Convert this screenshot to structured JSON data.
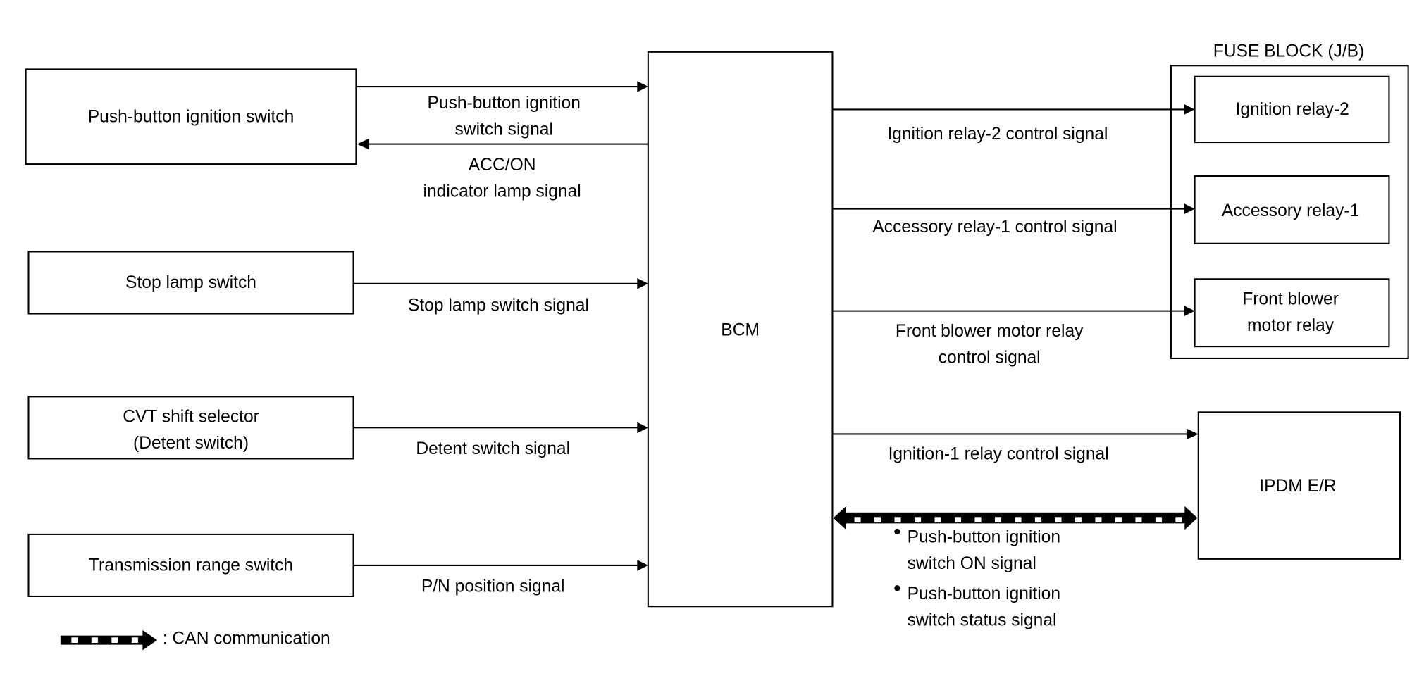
{
  "diagram": {
    "legend": {
      "label": ": CAN communication",
      "icon": "can-arrow-icon"
    },
    "bcm": {
      "label": "BCM"
    },
    "inputs": [
      {
        "label": [
          "Push-button ignition switch"
        ],
        "signal_in": [
          "Push-button ignition",
          "switch signal"
        ],
        "signal_out": [
          "ACC/ON",
          "indicator lamp signal"
        ]
      },
      {
        "label": [
          "Stop lamp switch"
        ],
        "signal_in": [
          "Stop lamp switch signal"
        ]
      },
      {
        "label": [
          "CVT shift selector",
          "(Detent switch)"
        ],
        "signal_in": [
          "Detent switch signal"
        ]
      },
      {
        "label": [
          "Transmission range switch"
        ],
        "signal_in": [
          "P/N position signal"
        ]
      }
    ],
    "fuse_block": {
      "title": "FUSE BLOCK (J/B)",
      "relays": [
        {
          "label": [
            "Ignition relay-2"
          ],
          "signal": [
            "Ignition relay-2 control signal"
          ]
        },
        {
          "label": [
            "Accessory relay-1"
          ],
          "signal": [
            "Accessory relay-1 control signal"
          ]
        },
        {
          "label": [
            "Front blower",
            "motor relay"
          ],
          "signal": [
            "Front blower motor relay",
            "control signal"
          ]
        }
      ]
    },
    "ipdm": {
      "label": "IPDM E/R",
      "signal": [
        "Ignition-1 relay control signal"
      ],
      "can_signals": [
        [
          "Push-button ignition",
          "switch ON signal"
        ],
        [
          "Push-button ignition",
          "switch status signal"
        ]
      ]
    }
  }
}
